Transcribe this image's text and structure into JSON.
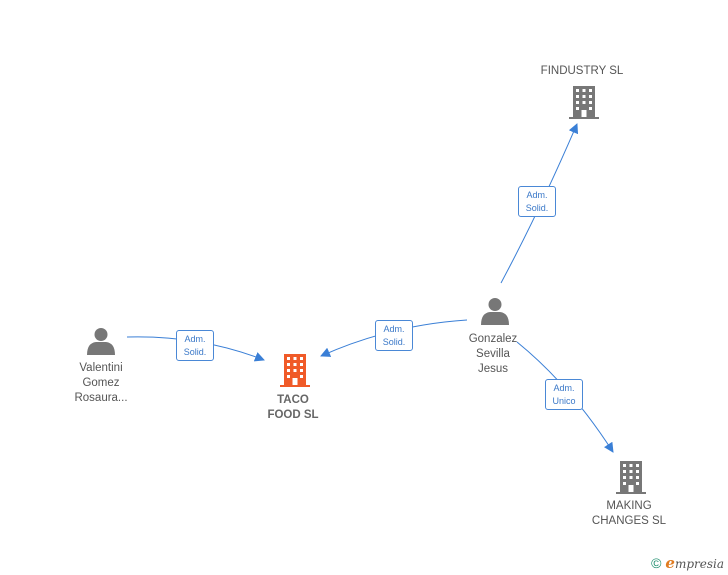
{
  "nodes": {
    "valentini": {
      "lines": [
        "Valentini",
        "Gomez",
        "Rosaura..."
      ],
      "type": "person"
    },
    "taco": {
      "lines": [
        "TACO",
        "FOOD  SL"
      ],
      "type": "company-main"
    },
    "gonzalez": {
      "lines": [
        "Gonzalez",
        "Sevilla",
        "Jesus"
      ],
      "type": "person"
    },
    "findustry": {
      "lines": [
        "FINDUSTRY  SL"
      ],
      "type": "company"
    },
    "making": {
      "lines": [
        "MAKING",
        "CHANGES  SL"
      ],
      "type": "company"
    }
  },
  "edges": {
    "valentini_taco": {
      "lines": [
        "Adm.",
        "Solid."
      ]
    },
    "gonzalez_taco": {
      "lines": [
        "Adm.",
        "Solid."
      ]
    },
    "gonzalez_findustry": {
      "lines": [
        "Adm.",
        "Solid."
      ]
    },
    "gonzalez_making": {
      "lines": [
        "Adm.",
        "Unico"
      ]
    }
  },
  "colors": {
    "edge": "#3a7fd6",
    "person_icon": "#777777",
    "company_icon": "#777777",
    "main_company_icon": "#f05a28"
  },
  "footer": {
    "copyright_symbol": "©",
    "brand_initial": "e",
    "brand_rest": "mpresia"
  }
}
